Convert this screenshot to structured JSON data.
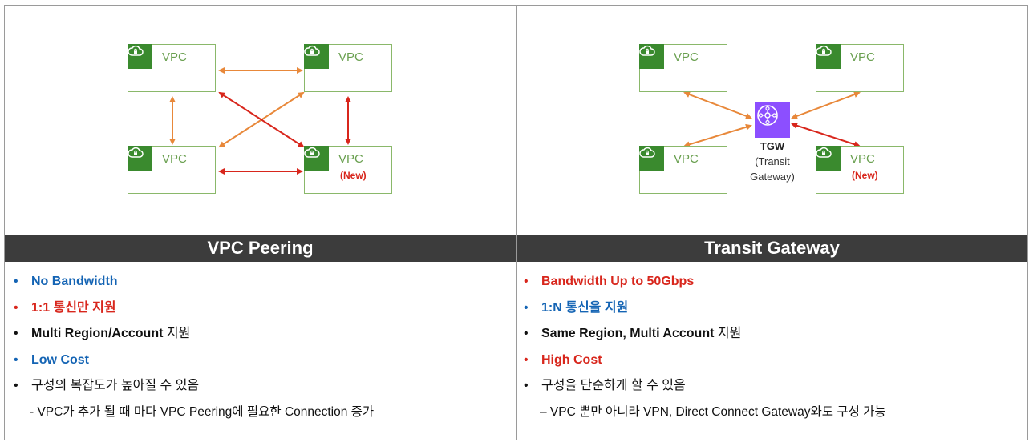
{
  "colors": {
    "vpc_border": "#8ab86a",
    "vpc_icon_bg": "#3a8a2e",
    "vpc_text": "#6aa050",
    "orange_arrow": "#e8883a",
    "red_arrow": "#d8261c",
    "tgw_icon_bg": "#8c4fff",
    "header_bg": "#3c3c3c",
    "blue_text": "#1464b4",
    "red_text": "#d8261c"
  },
  "icons": {
    "vpc": "cloud-lock-icon",
    "tgw": "transit-gateway-icon"
  },
  "left": {
    "title": "VPC Peering",
    "vpc_label": "VPC",
    "new_label": "(New)",
    "bullets": [
      {
        "text": "No Bandwidth",
        "color": "blue",
        "bold": true
      },
      {
        "text": "1:1 통신만 지원",
        "color": "red",
        "bold": true
      },
      {
        "bold_part": "Multi Region/Account",
        "rest": " 지원",
        "color": "black"
      },
      {
        "text": "Low Cost",
        "color": "blue",
        "bold": true
      },
      {
        "text": "구성의 복잡도가 높아질 수 있음",
        "color": "black",
        "bold": false
      }
    ],
    "sub_bullet": "- VPC가 추가 될 때 마다 VPC Peering에 필요한 Connection 증가"
  },
  "right": {
    "title": "Transit Gateway",
    "vpc_label": "VPC",
    "new_label": "(New)",
    "tgw_title": "TGW",
    "tgw_sub_1": "(Transit",
    "tgw_sub_2": "Gateway)",
    "bullets": [
      {
        "text": "Bandwidth Up to 50Gbps",
        "color": "red",
        "bold": true
      },
      {
        "text": "1:N 통신을 지원",
        "color": "blue",
        "bold": true
      },
      {
        "bold_part": "Same Region, Multi Account",
        "rest": " 지원",
        "color": "black"
      },
      {
        "text": "High Cost",
        "color": "red",
        "bold": true
      },
      {
        "text": "구성을 단순하게 할 수 있음",
        "color": "black",
        "bold": false
      }
    ],
    "sub_bullet": "– VPC 뿐만 아니라 VPN, Direct Connect Gateway와도 구성 가능"
  }
}
